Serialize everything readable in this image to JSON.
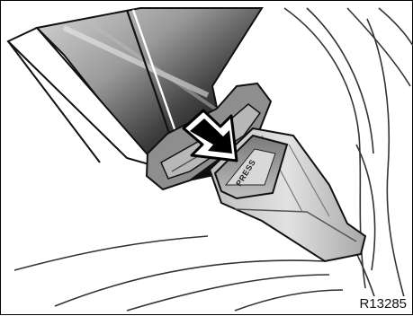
{
  "illustration": {
    "buckle_label": "PRESS",
    "figure_code": "R13285",
    "colors": {
      "outline": "#111111",
      "belt_dark": "#1a1a1a",
      "belt_light": "#d0d0d0",
      "buckle_gray": "#9a9a9a",
      "buckle_light": "#cfcfcf",
      "arrow_fill": "#ffffff"
    },
    "arrow_direction": "down-right"
  }
}
